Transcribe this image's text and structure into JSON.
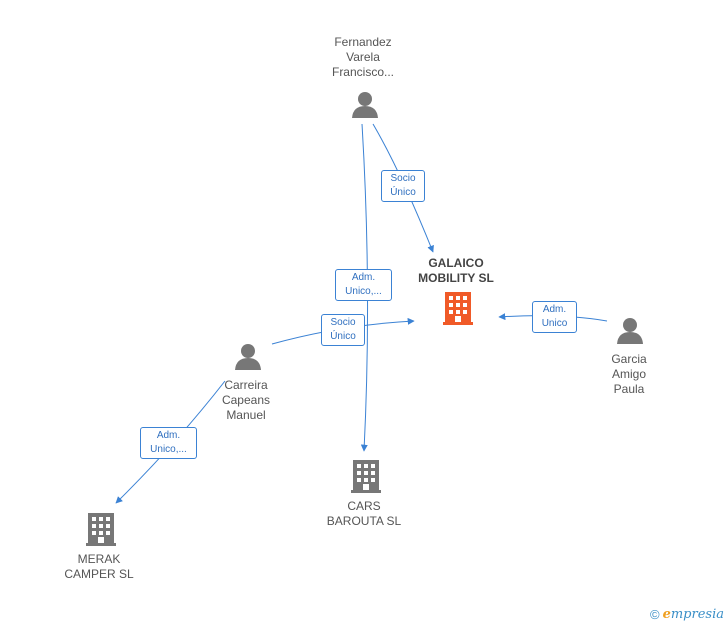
{
  "nodes": {
    "fernandez": {
      "label": "Fernandez\nVarela\nFrancisco..."
    },
    "galaico": {
      "label": "GALAICO\nMOBILITY  SL"
    },
    "garcia": {
      "label": "Garcia\nAmigo\nPaula"
    },
    "carreira": {
      "label": "Carreira\nCapeans\nManuel"
    },
    "cars": {
      "label": "CARS\nBAROUTA  SL"
    },
    "merak": {
      "label": "MERAK\nCAMPER  SL"
    }
  },
  "edges": {
    "socio_unico_top": "Socio\nÚnico",
    "adm_unico_fernandez": "Adm.\nUnico,...",
    "socio_unico_carreira": "Socio\nÚnico",
    "adm_unico_garcia": "Adm.\nUnico",
    "adm_unico_carreira": "Adm.\nUnico,..."
  },
  "colors": {
    "edge": "#3b82d4",
    "person": "#777777",
    "company": "#777777",
    "company_focus": "#f05a28"
  },
  "footer": {
    "copyright": "©",
    "brand_initial": "e",
    "brand_rest": "mpresia"
  }
}
